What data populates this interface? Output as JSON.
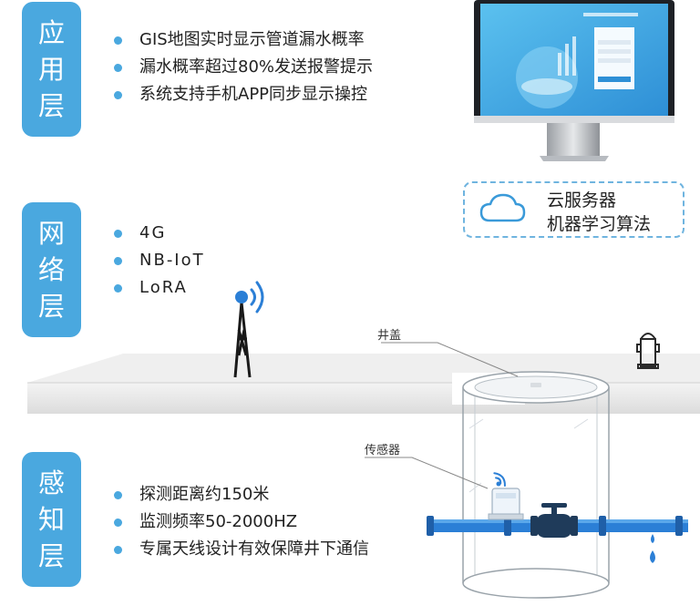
{
  "layers": [
    {
      "id": "app",
      "chars": [
        "应",
        "用",
        "层"
      ],
      "items": [
        "GIS地图实时显示管道漏水概率",
        "漏水概率超过80%发送报警提示",
        "系统支持手机APP同步显示操控"
      ]
    },
    {
      "id": "network",
      "chars": [
        "网",
        "络",
        "层"
      ],
      "items": [
        "4G",
        "NB-IoT",
        "LoRA"
      ]
    },
    {
      "id": "sensing",
      "chars": [
        "感",
        "知",
        "层"
      ],
      "items": [
        "探测距离约150米",
        "监测频率50-2000HZ",
        "专属天线设计有效保障井下通信"
      ]
    }
  ],
  "cloud": {
    "line1": "云服务器",
    "line2": "机器学习算法"
  },
  "labels": {
    "manhole_cover": "井盖",
    "sensor": "传感器"
  },
  "colors": {
    "accent": "#4aa8df",
    "pipe": "#2b7fd6",
    "valve": "#1f3b5a"
  }
}
